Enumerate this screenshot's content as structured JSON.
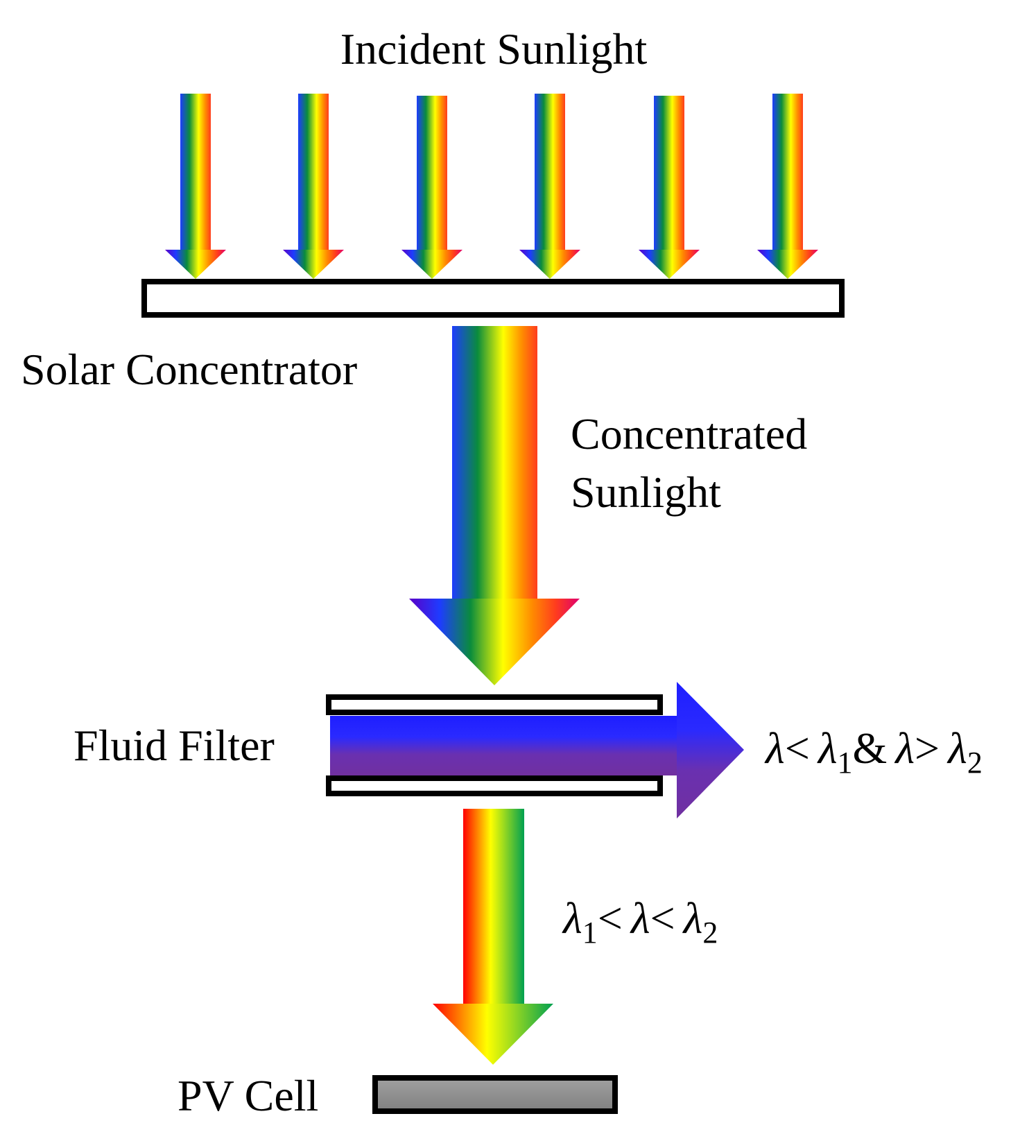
{
  "labels": {
    "incident": "Incident Sunlight",
    "concentrator": "Solar Concentrator",
    "concentrated_line1": "Concentrated",
    "concentrated_line2": "Sunlight",
    "fluid_filter": "Fluid Filter",
    "pv_cell": "PV Cell"
  },
  "reflected_condition": {
    "lambda": "λ",
    "lt": "<",
    "sub1": "1",
    "amp": "&",
    "gt": ">",
    "sub2": "2"
  },
  "transmitted_condition": {
    "lambda": "λ",
    "lt": "<",
    "sub1": "1",
    "sub2": "2"
  },
  "colors": {
    "spectrum": [
      "#5a00c8",
      "#1e3cff",
      "#0a8c3c",
      "#ffff00",
      "#ff8c00",
      "#ff1e1e",
      "#e0006e"
    ],
    "transmitted_band": [
      "#ff0000",
      "#ffff00",
      "#00a050"
    ],
    "reflected_band": [
      "#1e1eff",
      "#7030a0"
    ],
    "pv_cell_fill": "#8c8c8c",
    "outline": "#000000"
  }
}
